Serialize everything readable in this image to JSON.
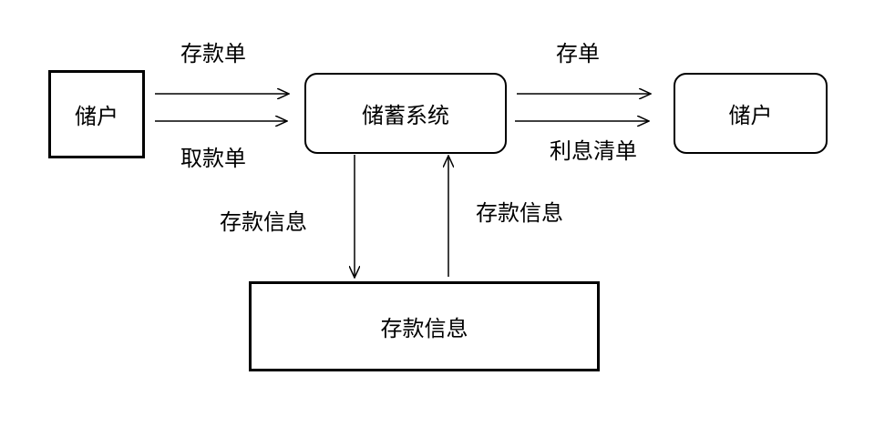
{
  "nodes": {
    "source_entity": "储户",
    "process": "储蓄系统",
    "sink_entity": "储户",
    "data_store": "存款信息"
  },
  "flows": {
    "deposit_slip": "存款单",
    "withdrawal_slip": "取款单",
    "receipt": "存单",
    "interest_statement": "利息清单",
    "write_info": "存款信息",
    "read_info": "存款信息"
  },
  "colors": {
    "line": "#000000",
    "background": "#ffffff"
  }
}
